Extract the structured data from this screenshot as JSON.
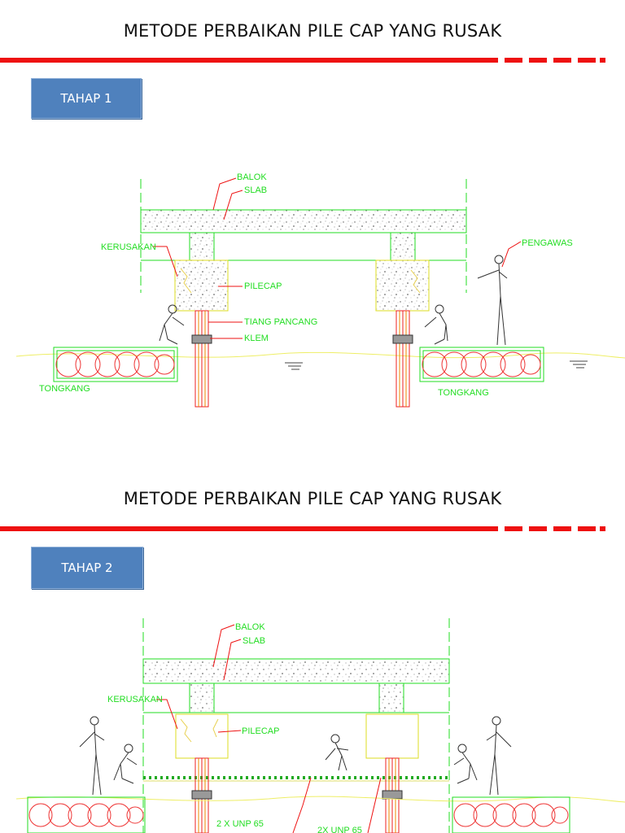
{
  "colors": {
    "accent_red": "#ee1111",
    "cad_green": "#22dd22",
    "tahap_blue": "#4f81bd"
  },
  "slide1": {
    "title": "METODE PERBAIKAN PILE CAP YANG RUSAK",
    "stage_label": "TAHAP 1",
    "labels": {
      "balok": "BALOK",
      "slab": "SLAB",
      "kerusakan": "KERUSAKAN",
      "pilecap": "PILECAP",
      "tiang_pancang": "TIANG PANCANG",
      "klem": "KLEM",
      "pengawas": "PENGAWAS",
      "tongkang_left": "TONGKANG",
      "tongkang_right": "TONGKANG"
    }
  },
  "slide2": {
    "title": "METODE PERBAIKAN PILE CAP YANG RUSAK",
    "stage_label": "TAHAP 2",
    "labels": {
      "balok": "BALOK",
      "slab": "SLAB",
      "kerusakan": "KERUSAKAN",
      "pilecap": "PILECAP",
      "unp_left": "2 X UNP 65",
      "unp_right": "2X UNP 65"
    }
  }
}
